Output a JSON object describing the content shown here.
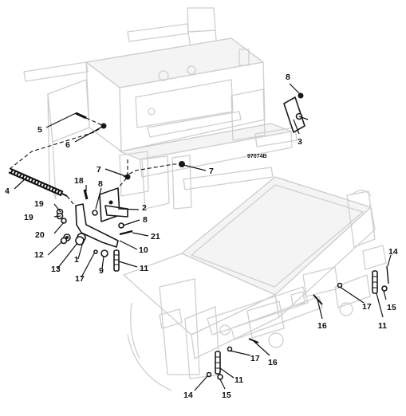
{
  "figure_ref": "97074B",
  "callouts": {
    "c1": "1",
    "c2": "2",
    "c3": "3",
    "c4": "4",
    "c5": "5",
    "c6": "6",
    "c7a": "7",
    "c7b": "7",
    "c8a": "8",
    "c8b": "8",
    "c8c": "8",
    "c9": "9",
    "c10": "10",
    "c11a": "11",
    "c11b": "11",
    "c11c": "11",
    "c12": "12",
    "c13": "13",
    "c14a": "14",
    "c14b": "14",
    "c15a": "15",
    "c15b": "15",
    "c16a": "16",
    "c16b": "16",
    "c17a": "17",
    "c17b": "17",
    "c17c": "17",
    "c18": "18",
    "c19a": "19",
    "c19b": "19",
    "c20": "20",
    "c21": "21"
  }
}
